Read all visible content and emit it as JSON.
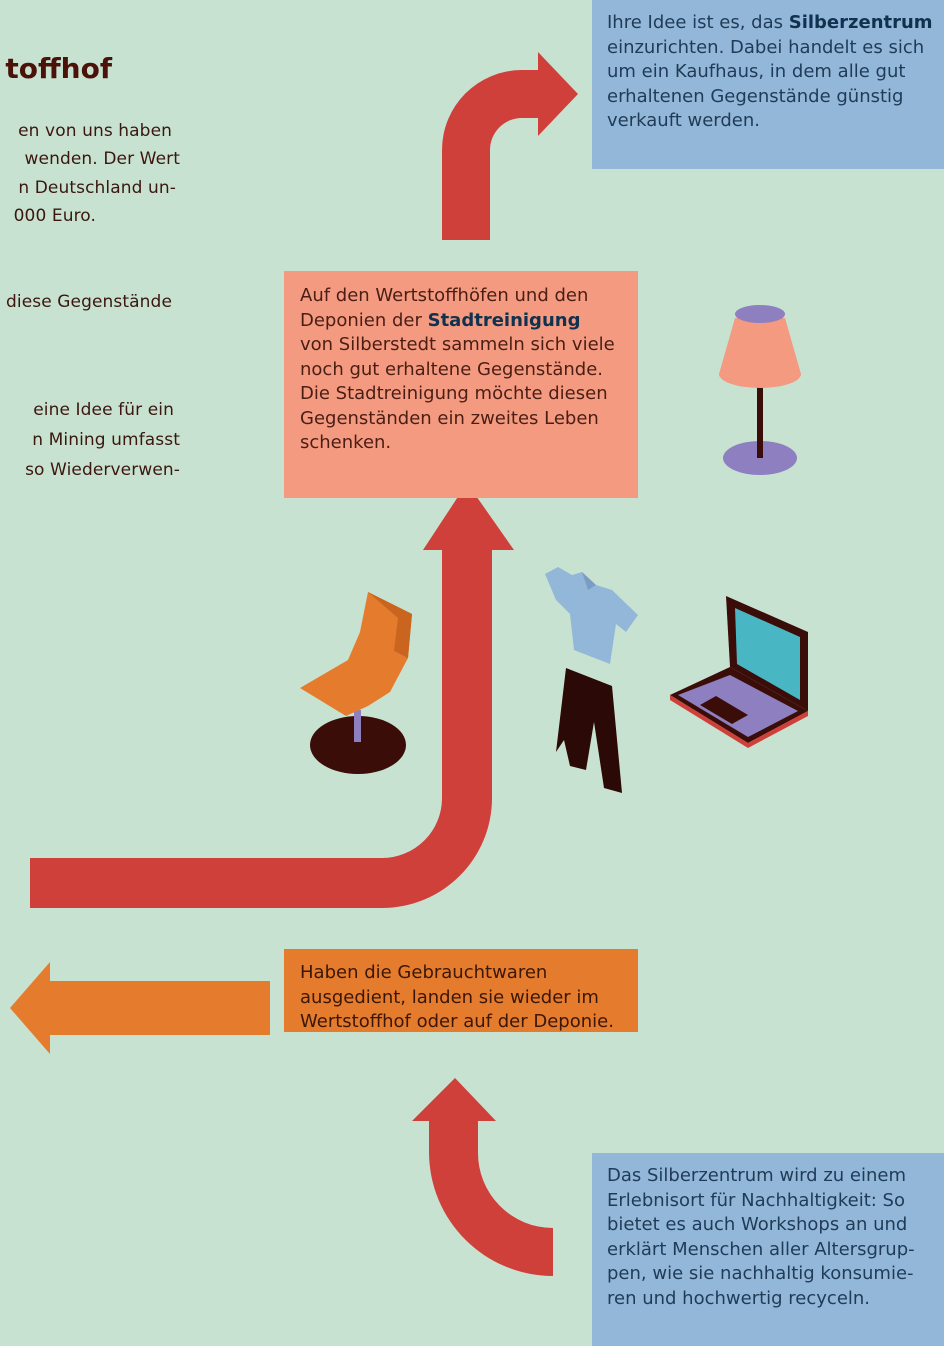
{
  "intro": {
    "title_fragment": "toffhof",
    "lines": [
      "en von uns haben",
      "wenden. Der Wert",
      "n Deutschland un-",
      "000 Euro.",
      "diese Gegenstände",
      "eine Idee für ein",
      "n Mining umfasst",
      "so Wiederverwen-"
    ]
  },
  "boxes": {
    "silberzentrum": {
      "l1_pre": "Ihre Idee ist es, das ",
      "l1_bold": "Silberzentrum",
      "l2": "einzurichten. Dabei handelt es sich",
      "l3": "um ein Kaufhaus, in dem alle gut",
      "l4": "erhaltenen Gegenstände günstig",
      "l5": "verkauft werden."
    },
    "stadtreinigung": {
      "l1": "Auf den Wertstoffhöfen und den",
      "l2_pre": "Deponien der ",
      "l2_bold": "Stadtreinigung",
      "l3": "von Silberstedt sammeln sich viele",
      "l4": "noch gut erhaltene Gegenstände.",
      "l5": "Die Stadtreinigung möchte diesen",
      "l6": "Gegenständen ein zweites Leben",
      "l7": "schenken."
    },
    "gebrauchtwaren": {
      "l1": "Haben die Gebrauchtwaren",
      "l2": "ausgedient, landen sie wieder im",
      "l3": "Wertstoffhof oder auf der Deponie."
    },
    "erlebnisort": {
      "l1": "Das Silberzentrum wird zu einem",
      "l2": "Erlebnisort für Nachhaltigkeit: So",
      "l3": "bietet es auch Workshops an und",
      "l4": "erklärt Menschen aller Altersgrup-",
      "l5": "pen, wie sie nachhaltig konsumie-",
      "l6": "ren und hochwertig recyceln."
    }
  },
  "colors": {
    "background": "#c8e2d1",
    "arrow_red": "#d0403b",
    "arrow_orange": "#e57b2c",
    "box_blue": "#93b7d8",
    "box_salmon": "#f39a80",
    "box_orange": "#e57b2c",
    "title_brown": "#4a1208"
  },
  "icons": [
    "chair-icon",
    "tshirt-icon",
    "trousers-icon",
    "laptop-icon",
    "lamp-icon"
  ]
}
